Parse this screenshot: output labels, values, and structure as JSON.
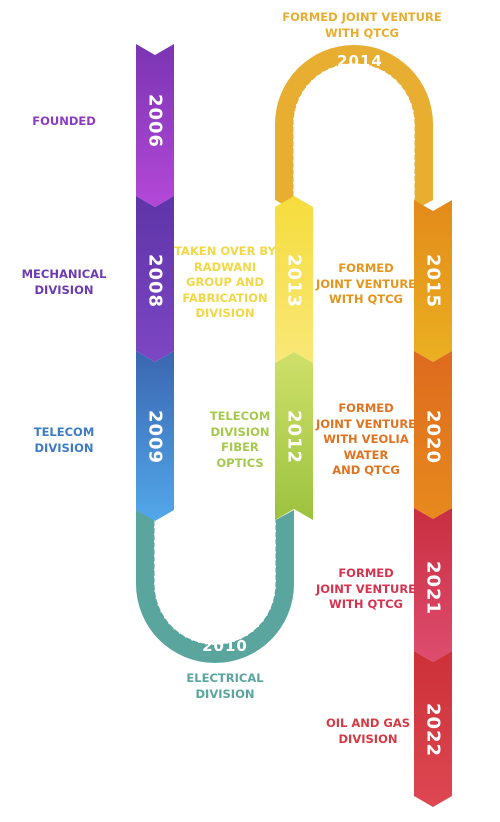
{
  "colors": {
    "purple_light": "#b448d8",
    "purple_dark": "#7a35b3",
    "violet": "#6f3bb4",
    "blue": "#3f76bf",
    "teal": "#5aa59e",
    "green": "#a5c94c",
    "yellow": "#f2d746",
    "gold": "#e7ad30",
    "orange": "#e3951d",
    "dark_orange": "#e0731f",
    "crimson": "#d6334e",
    "red": "#d43a43"
  },
  "milestones": [
    {
      "year": "2006",
      "label": "FOUNDED"
    },
    {
      "year": "2008",
      "label": "MECHANICAL\nDIVISION"
    },
    {
      "year": "2009",
      "label": "TELECOM\nDIVISION"
    },
    {
      "year": "2010",
      "label": "ELECTRICAL\nDIVISION"
    },
    {
      "year": "2012",
      "label": "TELECOM\nDIVISION\nFIBER\nOPTICS"
    },
    {
      "year": "2013",
      "label": "TAKEN OVER BY\nRADWANI\nGROUP AND\nFABRICATION\nDIVISION"
    },
    {
      "year": "2014",
      "label": "FORMED JOINT VENTURE\nWITH QTCG"
    },
    {
      "year": "2015",
      "label": "FORMED\nJOINT VENTURE\nWITH QTCG"
    },
    {
      "year": "2020",
      "label": "FORMED\nJOINT VENTURE\nWITH VEOLIA\nWATER\nAND QTCG"
    },
    {
      "year": "2021",
      "label": "FORMED\nJOINT VENTURE\nWITH QTCG"
    },
    {
      "year": "2022",
      "label": "OIL AND GAS\nDIVISION"
    }
  ]
}
